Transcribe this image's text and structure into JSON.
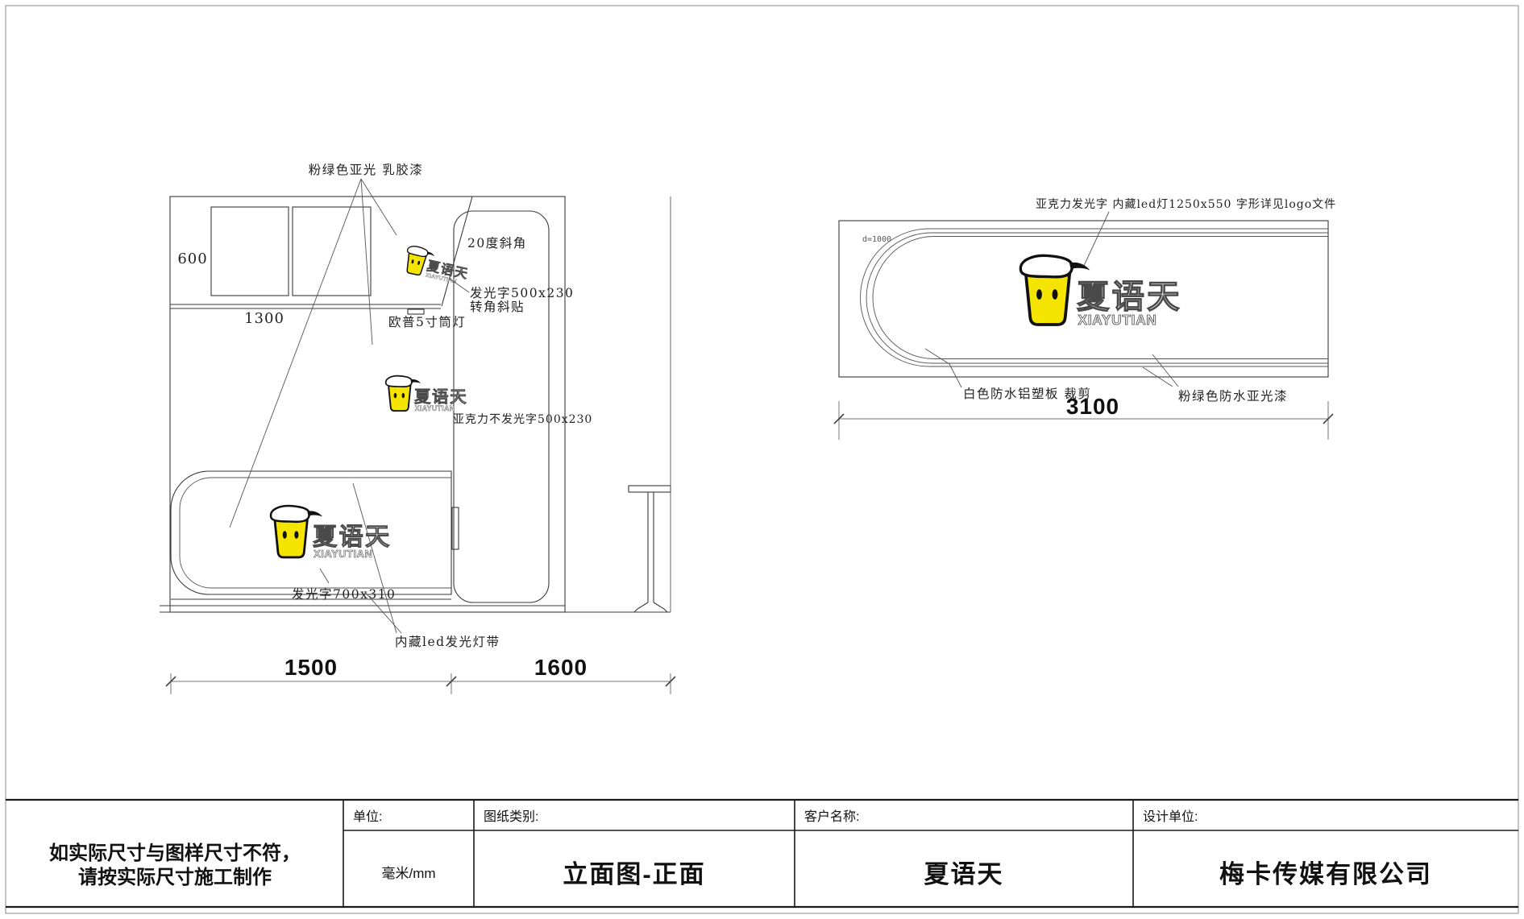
{
  "page": {
    "background": "#ffffff",
    "line_color": "#3a3a3a",
    "accent_yellow": "#f5e400"
  },
  "logo": {
    "zh": "夏语天",
    "en": "XIAYUTIAN"
  },
  "left_drawing": {
    "paint_note": "粉绿色亚光 乳胶漆",
    "dim_600": "600",
    "dim_1300": "1300",
    "bevel_note": "20度斜角",
    "lit_sign_note_line1": "发光字500x230",
    "lit_sign_note_line2": "转角斜贴",
    "downlight_note": "欧普5寸筒灯",
    "acrylic_note": "亚克力不发光字500x230",
    "counter_sign_note": "发光字700x310",
    "led_note": "内藏led发光灯带",
    "dim_1500": "1500",
    "dim_1600": "1600"
  },
  "right_drawing": {
    "top_note": "亚克力发光字 内藏led灯1250x550 字形详见logo文件",
    "d_note": "d=1000",
    "board_note": "白色防水铝塑板 裁剪",
    "paint_note": "粉绿色防水亚光漆",
    "dim_3100": "3100"
  },
  "title_block": {
    "note_line1": "如实际尺寸与图样尺寸不符，",
    "note_line2": "请按实际尺寸施工制作",
    "unit_label": "单位:",
    "unit_value": "毫米/mm",
    "category_label": "图纸类别:",
    "category_value": "立面图-正面",
    "client_label": "客户名称:",
    "client_value": "夏语天",
    "designer_label": "设计单位:",
    "designer_value": "梅卡传媒有限公司"
  }
}
